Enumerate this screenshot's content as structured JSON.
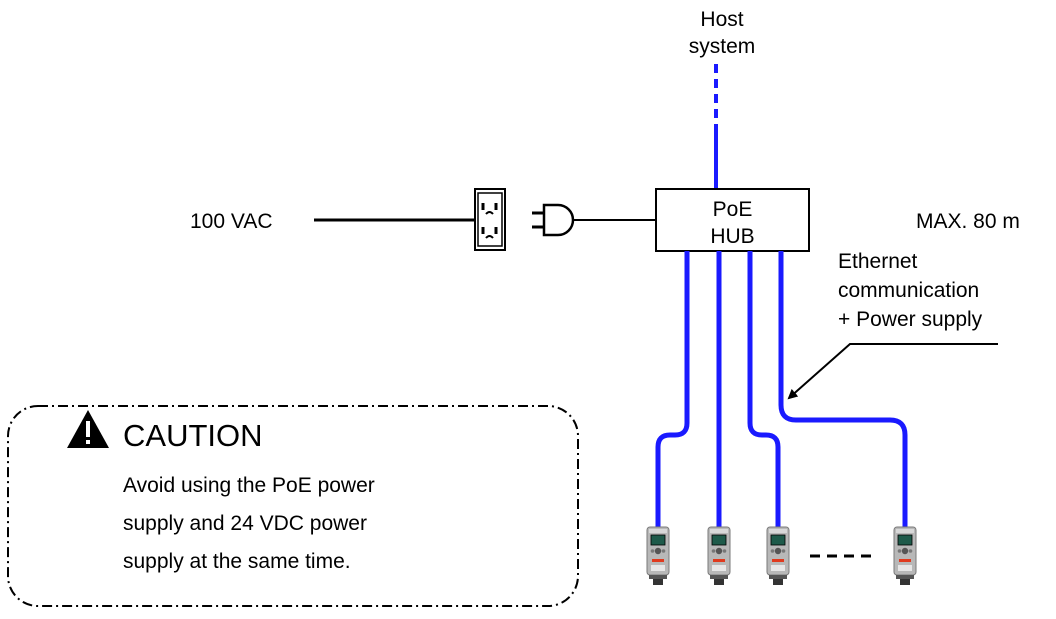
{
  "host": {
    "line1": "Host",
    "line2": "system"
  },
  "power": {
    "voltage_label": "100 VAC"
  },
  "hub": {
    "line1": "PoE",
    "line2": "HUB"
  },
  "distance": {
    "label": "MAX. 80 m"
  },
  "ethernet_note": {
    "line1": "Ethernet",
    "line2": "communication",
    "line3": "+ Power supply"
  },
  "caution": {
    "title": "CAUTION",
    "line1": "Avoid using the PoE power",
    "line2": "supply and 24 VDC power",
    "line3": "supply at the same time."
  },
  "colors": {
    "cable": "#1a1aff",
    "line": "#000000",
    "device_body": "#b8b8b8",
    "device_screen": "#1e5a4a",
    "device_accent": "#e03a1e"
  }
}
